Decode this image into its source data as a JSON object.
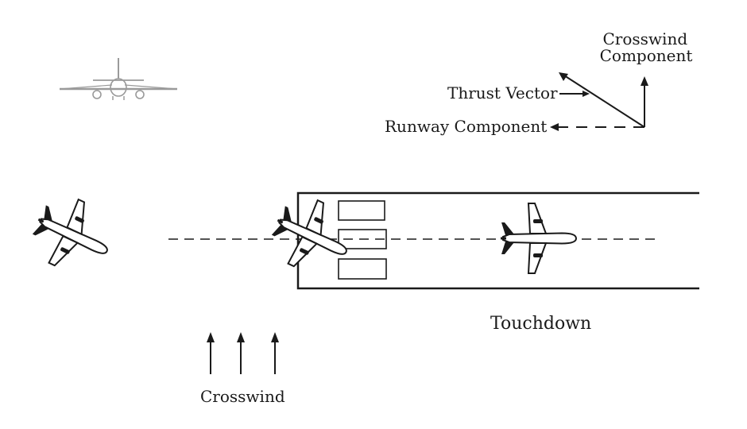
{
  "labels": {
    "crosswind_component_line1": "Crosswind",
    "crosswind_component_line2": "Component",
    "thrust_vector": "Thrust Vector",
    "runway_component": "Runway Component",
    "touchdown": "Touchdown",
    "crosswind": "Crosswind"
  },
  "icons": {
    "aircraft_front": "airplane-front-icon",
    "aircraft_crabbed": "airplane-top-icon",
    "aircraft_aligned": "airplane-top-icon"
  },
  "colors": {
    "line": "#1a1a1a",
    "background": "#ffffff",
    "aircraft_front": "#9a9a9a"
  }
}
